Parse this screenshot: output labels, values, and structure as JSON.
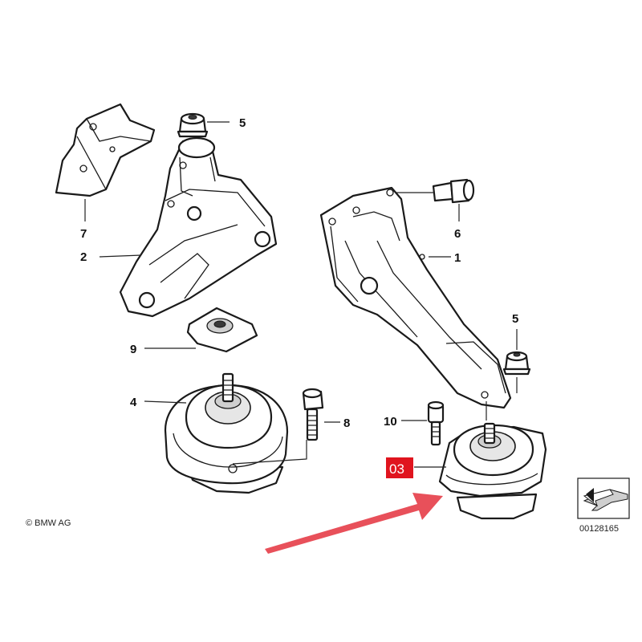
{
  "labels": {
    "l1": "1",
    "l2": "2",
    "l4": "4",
    "l5a": "5",
    "l5b": "5",
    "l6": "6",
    "l7": "7",
    "l8": "8",
    "l9": "9",
    "l10": "10"
  },
  "highlight_label": "03",
  "copyright": "© BMW AG",
  "diagram_number": "00128165",
  "colors": {
    "highlight": "#e0141e",
    "arrow": "#e8505a",
    "line": "#1a1a1a"
  }
}
